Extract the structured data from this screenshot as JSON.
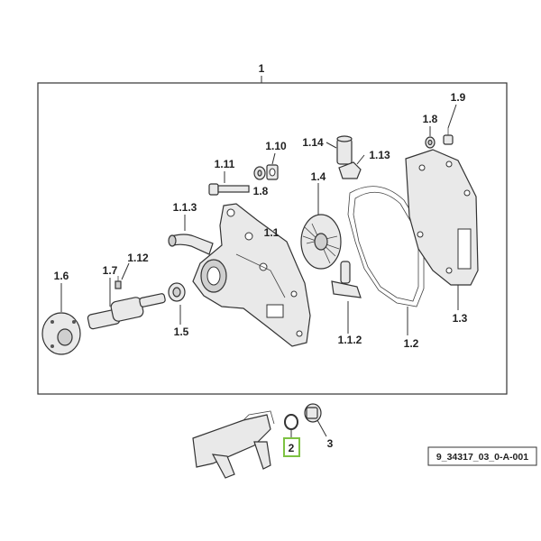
{
  "labels": {
    "l1": "1",
    "l1_1": "1.1",
    "l1_2": "1.2",
    "l1_3": "1.3",
    "l1_4": "1.4",
    "l1_5": "1.5",
    "l1_6": "1.6",
    "l1_7": "1.7",
    "l1_8a": "1.8",
    "l1_8b": "1.8",
    "l1_9": "1.9",
    "l1_10": "1.10",
    "l1_11": "1.11",
    "l1_12": "1.12",
    "l1_13": "1.13",
    "l1_14": "1.14",
    "l1_1_2": "1.1.2",
    "l1_1_3": "1.1.3",
    "l2": "2",
    "l3": "3"
  },
  "reference_code": "9_34317_03_0-A-001",
  "colors": {
    "highlight": "#7dc242",
    "line": "#333333",
    "part_fill": "#e9e9e9"
  }
}
